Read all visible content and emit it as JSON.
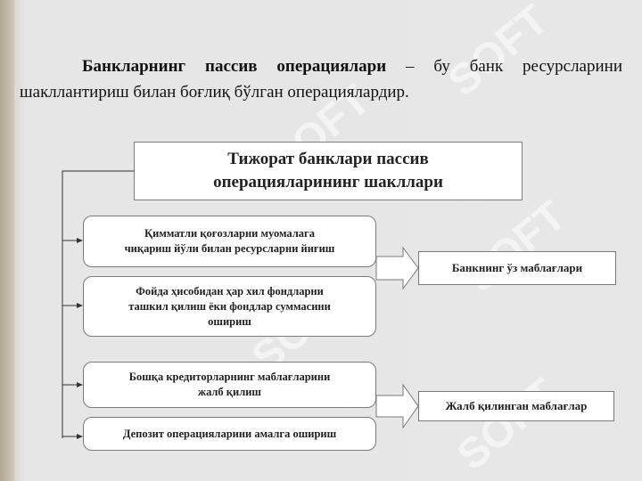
{
  "intro": {
    "bold": "Банкларнинг пассив операциялари",
    "rest": " – бу банк ресурсларини шакллантириш билан боғлиқ бўлган операциялардир."
  },
  "diagram": {
    "title_line1": "Тижорат банклари пассив",
    "title_line2": "операцияларининг шакллари",
    "items": [
      {
        "line1": "Қимматли қоғозларни муомалага",
        "line2": "чиқариш йўли билан ресурсларни йиғиш",
        "line3": ""
      },
      {
        "line1": "Фойда ҳисобидан ҳар хил фондларни",
        "line2": "ташкил қилиш ёки фондлар суммасини",
        "line3": "ошириш"
      },
      {
        "line1": "Бошқа кредиторларнинг маблағларини",
        "line2": "жалб қилиш",
        "line3": ""
      },
      {
        "line1": "Депозит операцияларини амалга ошириш",
        "line2": "",
        "line3": ""
      }
    ],
    "results": [
      {
        "label": "Банкнинг ўз маблағлари"
      },
      {
        "label": "Жалб қилинган маблағлар"
      }
    ]
  },
  "watermark": {
    "text": "SOFT"
  }
}
